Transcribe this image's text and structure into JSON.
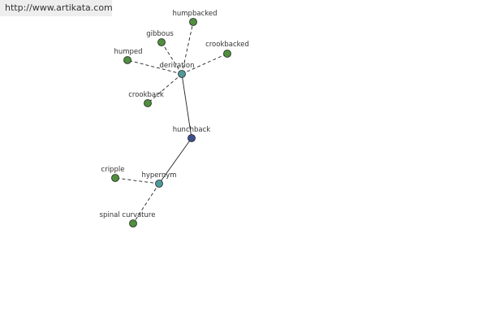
{
  "watermark": {
    "url": "http://www.artikata.com"
  },
  "colors": {
    "background": "#ffffff",
    "watermark_bg": "#eeeeee",
    "leaf_node": "#4f8f3d",
    "relation_node": "#4f9a99",
    "root_node": "#3d4f8f",
    "node_stroke": "#222222",
    "edge": "#222222",
    "label": "#333333"
  },
  "graph": {
    "nodes": [
      {
        "id": "humpbacked",
        "label": "humpbacked",
        "role": "leaf"
      },
      {
        "id": "gibbous",
        "label": "gibbous",
        "role": "leaf"
      },
      {
        "id": "crookbacked",
        "label": "crookbacked",
        "role": "leaf"
      },
      {
        "id": "humped",
        "label": "humped",
        "role": "leaf"
      },
      {
        "id": "derivation",
        "label": "derivation",
        "role": "relation"
      },
      {
        "id": "crookback",
        "label": "crookback",
        "role": "leaf"
      },
      {
        "id": "hunchback",
        "label": "hunchback",
        "role": "root"
      },
      {
        "id": "cripple",
        "label": "cripple",
        "role": "leaf"
      },
      {
        "id": "hypernym",
        "label": "hypernym",
        "role": "relation"
      },
      {
        "id": "spinal-curvature",
        "label": "spinal curvature",
        "role": "leaf"
      }
    ],
    "edges": [
      {
        "from": "hunchback",
        "to": "derivation",
        "style": "solid"
      },
      {
        "from": "hunchback",
        "to": "hypernym",
        "style": "solid"
      },
      {
        "from": "derivation",
        "to": "humpbacked",
        "style": "dashed"
      },
      {
        "from": "derivation",
        "to": "gibbous",
        "style": "dashed"
      },
      {
        "from": "derivation",
        "to": "crookbacked",
        "style": "dashed"
      },
      {
        "from": "derivation",
        "to": "humped",
        "style": "dashed"
      },
      {
        "from": "derivation",
        "to": "crookback",
        "style": "dashed"
      },
      {
        "from": "hypernym",
        "to": "cripple",
        "style": "dashed"
      },
      {
        "from": "hypernym",
        "to": "spinal-curvature",
        "style": "dashed"
      }
    ]
  }
}
